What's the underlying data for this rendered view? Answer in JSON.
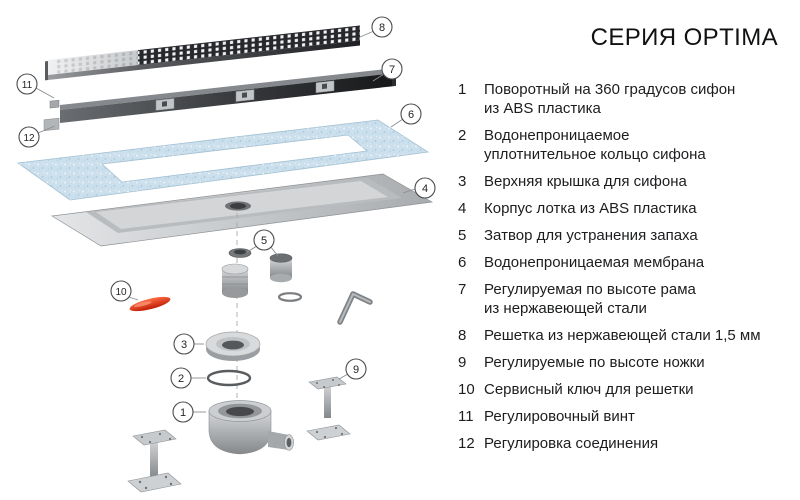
{
  "title": "СЕРИЯ OPTIMA",
  "parts": [
    {
      "num": "1",
      "label": "Поворотный на 360 градусов сифон\nиз ABS пластика"
    },
    {
      "num": "2",
      "label": "Водонепроницаемое\nуплотнительное кольцо сифона"
    },
    {
      "num": "3",
      "label": "Верхняя крышка для сифона"
    },
    {
      "num": "4",
      "label": "Корпус лотка из ABS пластика"
    },
    {
      "num": "5",
      "label": "Затвор для устранения запаха"
    },
    {
      "num": "6",
      "label": "Водонепроницаемая мембрана"
    },
    {
      "num": "7",
      "label": "Регулируемая по высоте рама\nиз нержавеющей стали"
    },
    {
      "num": "8",
      "label": "Решетка из нержавеющей стали 1,5 мм"
    },
    {
      "num": "9",
      "label": "Регулируемые по высоте ножки"
    },
    {
      "num": "10",
      "label": "Сервисный ключ для решетки"
    },
    {
      "num": "11",
      "label": "Регулировочный винт"
    },
    {
      "num": "12",
      "label": "Регулировка соединения"
    }
  ],
  "colors": {
    "membrane_blue": "#cbdfec",
    "steel_light": "#d4d6d8",
    "steel_dark": "#26282b",
    "frame_dark": "#3a3c3f",
    "service_key_red": "#d92f0e",
    "text": "#1c1d1f"
  }
}
